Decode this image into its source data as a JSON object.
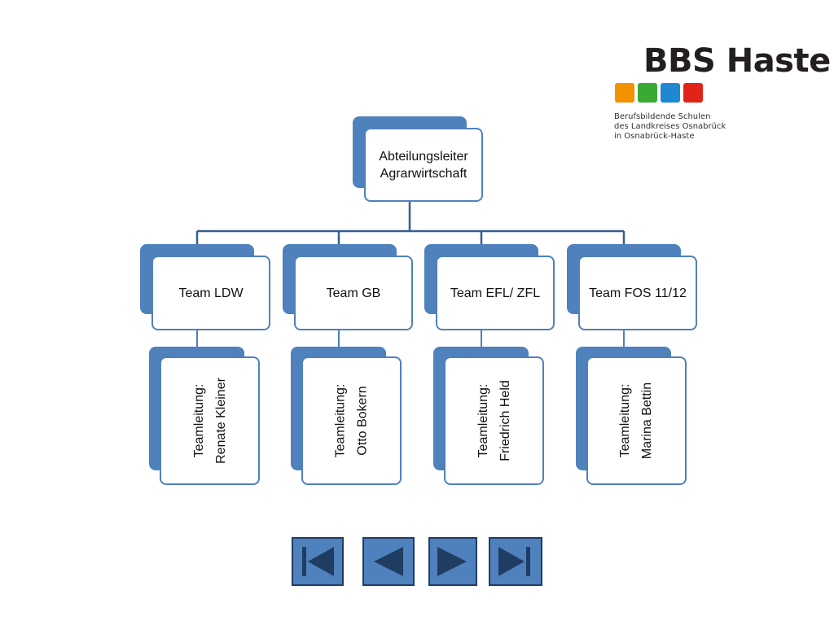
{
  "logo": {
    "title": "BBS Haste",
    "subtitle_lines": [
      "Berufsbildende Schulen",
      "des Landkreises Osnabrück",
      "in Osnabrück-Haste"
    ],
    "squares": [
      "#f39200",
      "#3aaa35",
      "#1e88d2",
      "#e2231a"
    ]
  },
  "org_chart": {
    "root": {
      "line1": "Abteilungsleiter",
      "line2": "Agrarwirtschaft"
    },
    "teams": [
      {
        "name": "Team LDW",
        "lead_label": "Teamleitung:",
        "lead_name": "Renate Kleiner"
      },
      {
        "name": "Team GB",
        "lead_label": "Teamleitung:",
        "lead_name": "Otto Bokern"
      },
      {
        "name": "Team EFL/ ZFL",
        "lead_label": "Teamleitung:",
        "lead_name": "Friedrich Held"
      },
      {
        "name": "Team FOS 11/12",
        "lead_label": "Teamleitung:",
        "lead_name": "Marina Bettin"
      }
    ]
  },
  "colors": {
    "accent": "#4f81bd",
    "line": "#365f91"
  },
  "navigation": [
    "first-icon",
    "previous-icon",
    "next-icon",
    "last-icon"
  ]
}
